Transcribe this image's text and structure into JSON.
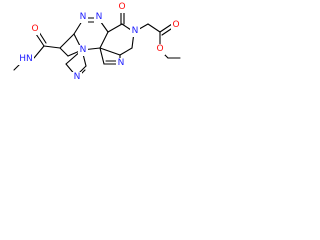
{
  "molecule": {
    "colors": {
      "bond": "#000000",
      "nitrogen": "#2020ff",
      "oxygen": "#ff0d0d",
      "background": "#ffffff"
    },
    "atom_labels": {
      "n_triazine_top_left": "N",
      "n_triazine_top_right": "N",
      "o_ring_carbonyl": "O",
      "n_ring_substituted": "N",
      "n_pyrimidine_bottom": "N",
      "n_ring_fusion": "N",
      "n_imidazole_bottom": "N",
      "o_ester_carbonyl": "O",
      "o_ester_ether": "O",
      "o_amide_carbonyl": "O",
      "nh_amide": "HN"
    }
  }
}
